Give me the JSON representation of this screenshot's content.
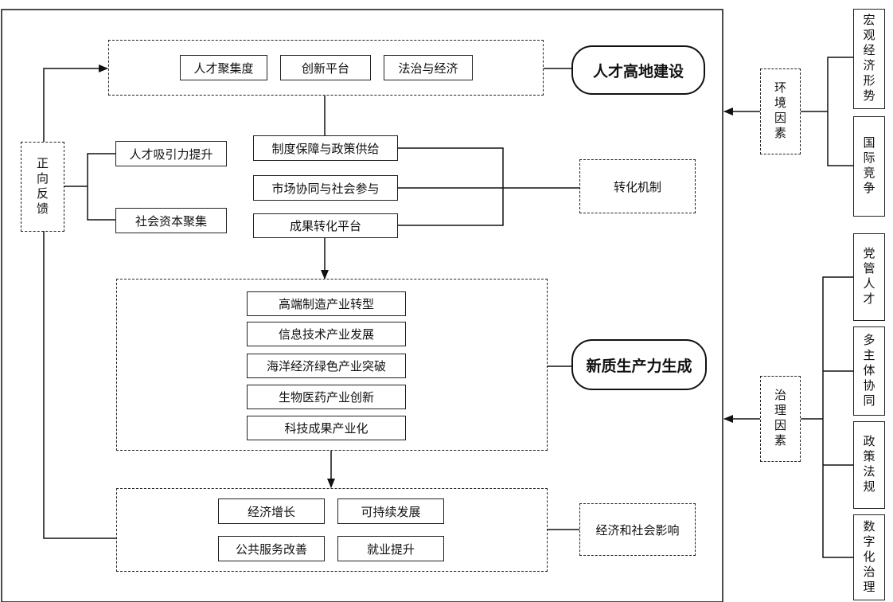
{
  "talent_factors": [
    "人才聚集度",
    "创新平台",
    "法治与经济"
  ],
  "talent_highland": "人才高地建设",
  "mechanisms": [
    "制度保障与政策供给",
    "市场协同与社会参与",
    "成果转化平台"
  ],
  "transform_mechanism": "转化机制",
  "feedback": "正向反馈",
  "feedback_items": [
    "人才吸引力提升",
    "社会资本聚集"
  ],
  "industries": [
    "高端制造产业转型",
    "信息技术产业发展",
    "海洋经济绿色产业突破",
    "生物医药产业创新",
    "科技成果产业化"
  ],
  "new_productivity": "新质生产力生成",
  "outcomes": [
    "经济增长",
    "可持续发展",
    "公共服务改善",
    "就业提升"
  ],
  "econ_social_impact": "经济和社会影响",
  "env_factor": "环境因素",
  "env_items": [
    "宏观经济形势",
    "国际竞争"
  ],
  "gov_factor": "治理因素",
  "gov_items": [
    "党管人才",
    "多主体协同",
    "政策法规",
    "数字化治理"
  ]
}
